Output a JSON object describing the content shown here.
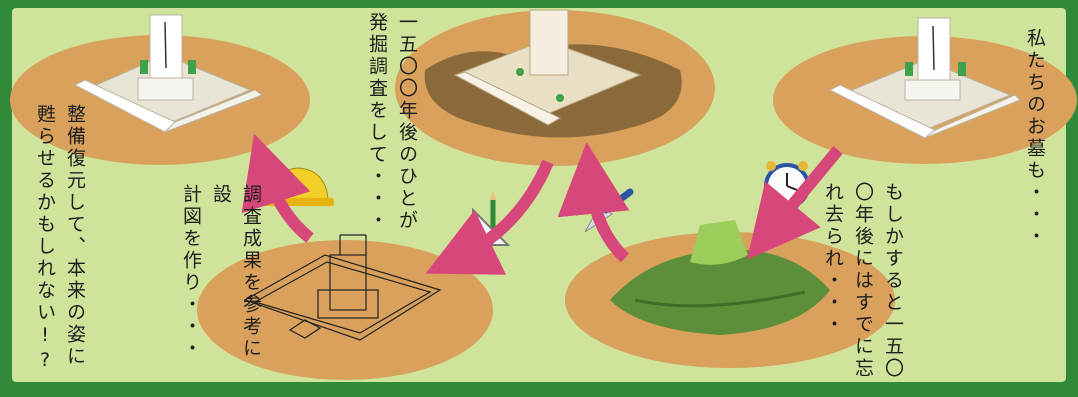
{
  "colors": {
    "frame": "#2f8a3a",
    "panel": "#cfe39a",
    "ellipse": "#d9a15c",
    "arrow": "#d8477c",
    "stone": "#f2f0ea",
    "mound": "#5d8f3a"
  },
  "captions": {
    "stage1": [
      "私たちのお墓も・・・"
    ],
    "stage2": [
      "もしかすると一五〇",
      "〇年後にはすでに忘",
      "れ去られ・・・"
    ],
    "stage3": [
      "一五〇〇年後のひとが",
      "発掘調査をして・・・"
    ],
    "stage4": [
      "調査成果を参考に設",
      "計図を作り・・・"
    ],
    "stage5": [
      "整備復元して、本来の姿に",
      "甦らせるかもしれない!?"
    ]
  },
  "icons": [
    "grave-icon",
    "alarm-clock-icon",
    "overgrown-mound-icon",
    "excavated-grave-icon",
    "trowel-icon",
    "pencil-icon",
    "set-square-icon",
    "blueprint-icon",
    "hard-hat-icon",
    "restored-grave-icon"
  ]
}
